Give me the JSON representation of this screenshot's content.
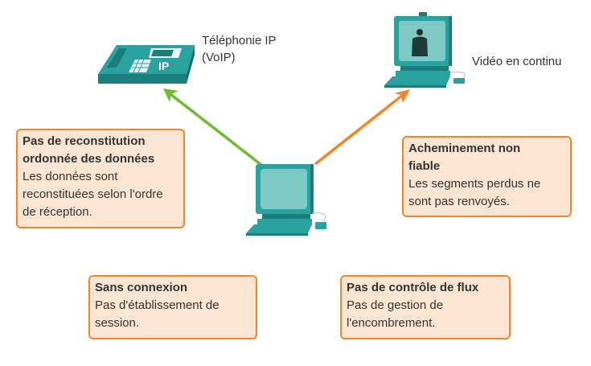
{
  "devices": {
    "voip_phone": {
      "label_line1": "Téléphonie IP",
      "label_line2": "(VoIP)",
      "badge": "IP"
    },
    "video_pc": {
      "label": "Vidéo en continu"
    },
    "source_pc": {}
  },
  "arrows": {
    "to_voip": {
      "color": "#6cbd2e"
    },
    "to_video": {
      "color": "#f28529"
    }
  },
  "boxes": [
    {
      "title_line1": "Pas de reconstitution",
      "title_line2": "ordonnée des données",
      "desc_line1": "Les données sont",
      "desc_line2": "reconstituées selon l'ordre",
      "desc_line3": "de réception."
    },
    {
      "title_line1": "Acheminement non",
      "title_line2": "fiable",
      "desc_line1": "Les segments perdus ne",
      "desc_line2": "sont pas renvoyés."
    },
    {
      "title_line1": "Sans connexion",
      "desc_line1": "Pas d'établissement de",
      "desc_line2": "session."
    },
    {
      "title_line1": "Pas de contrôle de flux",
      "desc_line1": "Pas de gestion de",
      "desc_line2": "l'encombrement."
    }
  ],
  "colors": {
    "box_border": "#f28529",
    "box_fill": "#fde5d4",
    "device_teal": "#1e8e8a"
  }
}
